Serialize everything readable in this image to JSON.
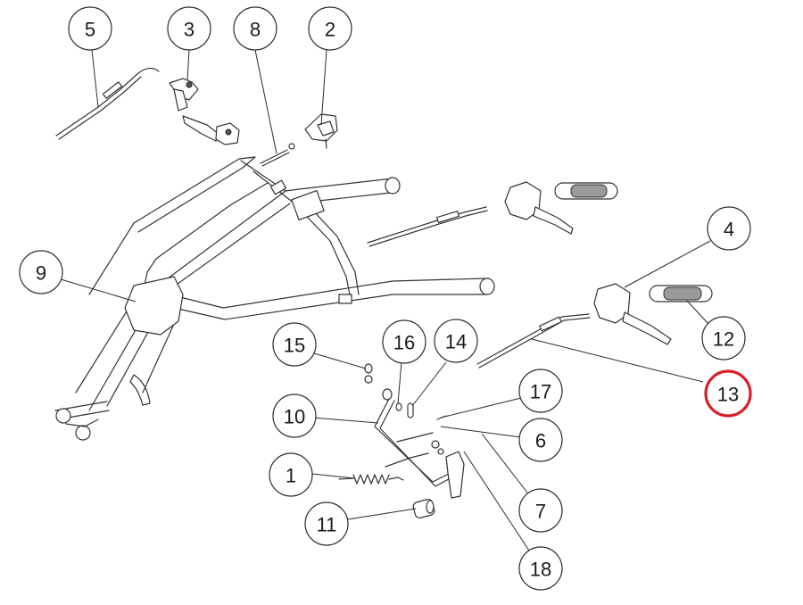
{
  "diagram": {
    "highlight_color": "#d81f26",
    "callouts": [
      {
        "id": "c5",
        "label": "5"
      },
      {
        "id": "c3",
        "label": "3"
      },
      {
        "id": "c8",
        "label": "8"
      },
      {
        "id": "c2",
        "label": "2"
      },
      {
        "id": "c4",
        "label": "4"
      },
      {
        "id": "c9",
        "label": "9"
      },
      {
        "id": "c12",
        "label": "12"
      },
      {
        "id": "c15",
        "label": "15"
      },
      {
        "id": "c16",
        "label": "16"
      },
      {
        "id": "c14",
        "label": "14"
      },
      {
        "id": "c13",
        "label": "13",
        "highlighted": true
      },
      {
        "id": "c17",
        "label": "17"
      },
      {
        "id": "c10",
        "label": "10"
      },
      {
        "id": "c6",
        "label": "6"
      },
      {
        "id": "c1",
        "label": "1"
      },
      {
        "id": "c7",
        "label": "7"
      },
      {
        "id": "c11",
        "label": "11"
      },
      {
        "id": "c18",
        "label": "18"
      }
    ]
  }
}
